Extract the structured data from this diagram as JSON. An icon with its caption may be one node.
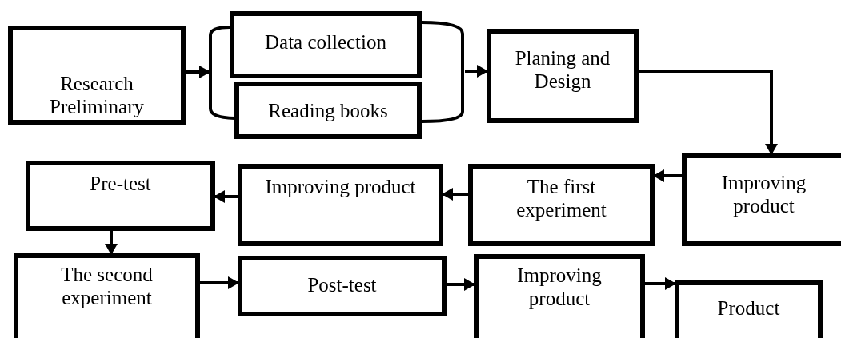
{
  "diagram": {
    "nodes": [
      {
        "text": [
          "Research Preliminary"
        ]
      },
      {
        "text": [],
        "shape": "bracket"
      },
      {
        "text": [
          "Data collection"
        ],
        "in": 1
      },
      {
        "text": [
          "Reading books"
        ],
        "in": 1
      },
      {
        "text": [
          "Planing and Design"
        ]
      },
      {
        "text": [
          "Improving product"
        ]
      },
      {
        "text": [
          "The first experiment"
        ]
      },
      {
        "text": [
          "Improving product"
        ]
      },
      {
        "text": [
          "Pre-test"
        ]
      },
      {
        "text": [
          "The second experiment"
        ]
      },
      {
        "text": [
          "Post-test"
        ]
      },
      {
        "text": [
          "Improving product"
        ]
      },
      {
        "text": [
          "Product"
        ]
      }
    ],
    "edges": [
      {
        "from": 0,
        "to": 1,
        "arrow": "to"
      },
      {
        "from": 1,
        "to": 4,
        "arrow": "to"
      },
      {
        "from": 4,
        "to": 5,
        "arrow": "to"
      },
      {
        "from": 5,
        "to": 6,
        "arrow": "to"
      },
      {
        "from": 6,
        "to": 7,
        "arrow": "to"
      },
      {
        "from": 7,
        "to": 8,
        "arrow": "to"
      },
      {
        "from": 8,
        "to": 9,
        "arrow": "to"
      },
      {
        "from": 9,
        "to": 10,
        "arrow": "to"
      },
      {
        "from": 10,
        "to": 11,
        "arrow": "to"
      },
      {
        "from": 11,
        "to": 12,
        "arrow": "to"
      }
    ]
  }
}
